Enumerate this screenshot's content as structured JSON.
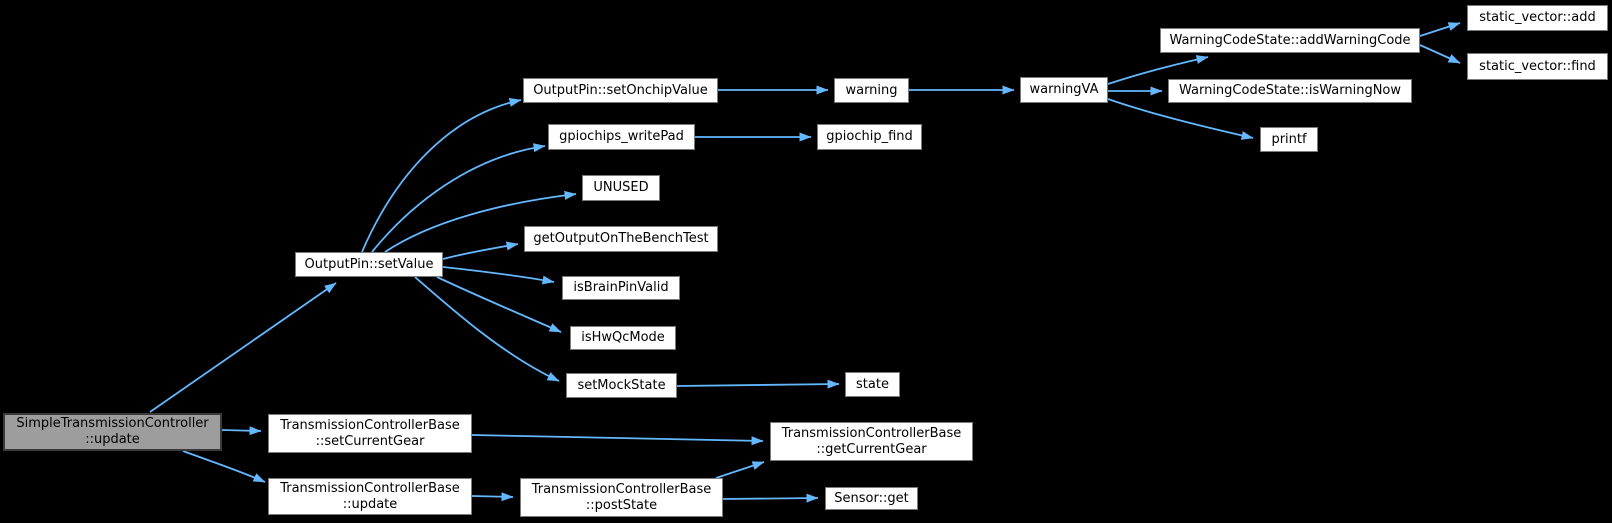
{
  "diagram": {
    "type": "call-graph",
    "colors": {
      "background": "#000000",
      "node_fill": "#ffffff",
      "node_border": "#7a7a7a",
      "highlight_fill": "#9d9d9d",
      "highlight_border": "#3a3a3a",
      "edge": "#63b8ff",
      "text": "#000000"
    },
    "nodes": [
      {
        "id": "simple-transmission-controller-update",
        "lines": [
          "SimpleTransmissionController",
          "::update"
        ],
        "highlighted": true
      },
      {
        "id": "outputpin-setvalue",
        "lines": [
          "OutputPin::setValue"
        ],
        "highlighted": false
      },
      {
        "id": "tcb-setcurrentgear",
        "lines": [
          "TransmissionControllerBase",
          "::setCurrentGear"
        ],
        "highlighted": false
      },
      {
        "id": "tcb-update",
        "lines": [
          "TransmissionControllerBase",
          "::update"
        ],
        "highlighted": false
      },
      {
        "id": "outputpin-setonchipvalue",
        "lines": [
          "OutputPin::setOnchipValue"
        ],
        "highlighted": false
      },
      {
        "id": "gpiochips-writepad",
        "lines": [
          "gpiochips_writePad"
        ],
        "highlighted": false
      },
      {
        "id": "unused",
        "lines": [
          "UNUSED"
        ],
        "highlighted": false
      },
      {
        "id": "getoutputonthebenchtest",
        "lines": [
          "getOutputOnTheBenchTest"
        ],
        "highlighted": false
      },
      {
        "id": "isbrainpinvalid",
        "lines": [
          "isBrainPinValid"
        ],
        "highlighted": false
      },
      {
        "id": "ishwqcmode",
        "lines": [
          "isHwQcMode"
        ],
        "highlighted": false
      },
      {
        "id": "setmockstate",
        "lines": [
          "setMockState"
        ],
        "highlighted": false
      },
      {
        "id": "state",
        "lines": [
          "state"
        ],
        "highlighted": false
      },
      {
        "id": "warning",
        "lines": [
          "warning"
        ],
        "highlighted": false
      },
      {
        "id": "gpiochip-find",
        "lines": [
          "gpiochip_find"
        ],
        "highlighted": false
      },
      {
        "id": "warningva",
        "lines": [
          "warningVA"
        ],
        "highlighted": false
      },
      {
        "id": "warningcodestate-addwarningcode",
        "lines": [
          "WarningCodeState::addWarningCode"
        ],
        "highlighted": false
      },
      {
        "id": "warningcodestate-iswarningnow",
        "lines": [
          "WarningCodeState::isWarningNow"
        ],
        "highlighted": false
      },
      {
        "id": "printf",
        "lines": [
          "printf"
        ],
        "highlighted": false
      },
      {
        "id": "static-vector-add",
        "lines": [
          "static_vector::add"
        ],
        "highlighted": false
      },
      {
        "id": "static-vector-find",
        "lines": [
          "static_vector::find"
        ],
        "highlighted": false
      },
      {
        "id": "tcb-getcurrentgear",
        "lines": [
          "TransmissionControllerBase",
          "::getCurrentGear"
        ],
        "highlighted": false
      },
      {
        "id": "tcb-poststate",
        "lines": [
          "TransmissionControllerBase",
          "::postState"
        ],
        "highlighted": false
      },
      {
        "id": "sensor-get",
        "lines": [
          "Sensor::get"
        ],
        "highlighted": false
      }
    ],
    "edges": [
      {
        "from": "simple-transmission-controller-update",
        "to": "outputpin-setvalue"
      },
      {
        "from": "simple-transmission-controller-update",
        "to": "tcb-setcurrentgear"
      },
      {
        "from": "simple-transmission-controller-update",
        "to": "tcb-update"
      },
      {
        "from": "outputpin-setvalue",
        "to": "outputpin-setonchipvalue"
      },
      {
        "from": "outputpin-setvalue",
        "to": "gpiochips-writepad"
      },
      {
        "from": "outputpin-setvalue",
        "to": "unused"
      },
      {
        "from": "outputpin-setvalue",
        "to": "getoutputonthebenchtest"
      },
      {
        "from": "outputpin-setvalue",
        "to": "isbrainpinvalid"
      },
      {
        "from": "outputpin-setvalue",
        "to": "ishwqcmode"
      },
      {
        "from": "outputpin-setvalue",
        "to": "setmockstate"
      },
      {
        "from": "outputpin-setonchipvalue",
        "to": "warning"
      },
      {
        "from": "warning",
        "to": "warningva"
      },
      {
        "from": "gpiochips-writepad",
        "to": "gpiochip-find"
      },
      {
        "from": "warningva",
        "to": "warningcodestate-addwarningcode"
      },
      {
        "from": "warningva",
        "to": "warningcodestate-iswarningnow"
      },
      {
        "from": "warningva",
        "to": "printf"
      },
      {
        "from": "warningcodestate-addwarningcode",
        "to": "static-vector-add"
      },
      {
        "from": "warningcodestate-addwarningcode",
        "to": "static-vector-find"
      },
      {
        "from": "setmockstate",
        "to": "state"
      },
      {
        "from": "tcb-setcurrentgear",
        "to": "tcb-getcurrentgear"
      },
      {
        "from": "tcb-update",
        "to": "tcb-poststate"
      },
      {
        "from": "tcb-poststate",
        "to": "tcb-getcurrentgear"
      },
      {
        "from": "tcb-poststate",
        "to": "sensor-get"
      }
    ]
  }
}
